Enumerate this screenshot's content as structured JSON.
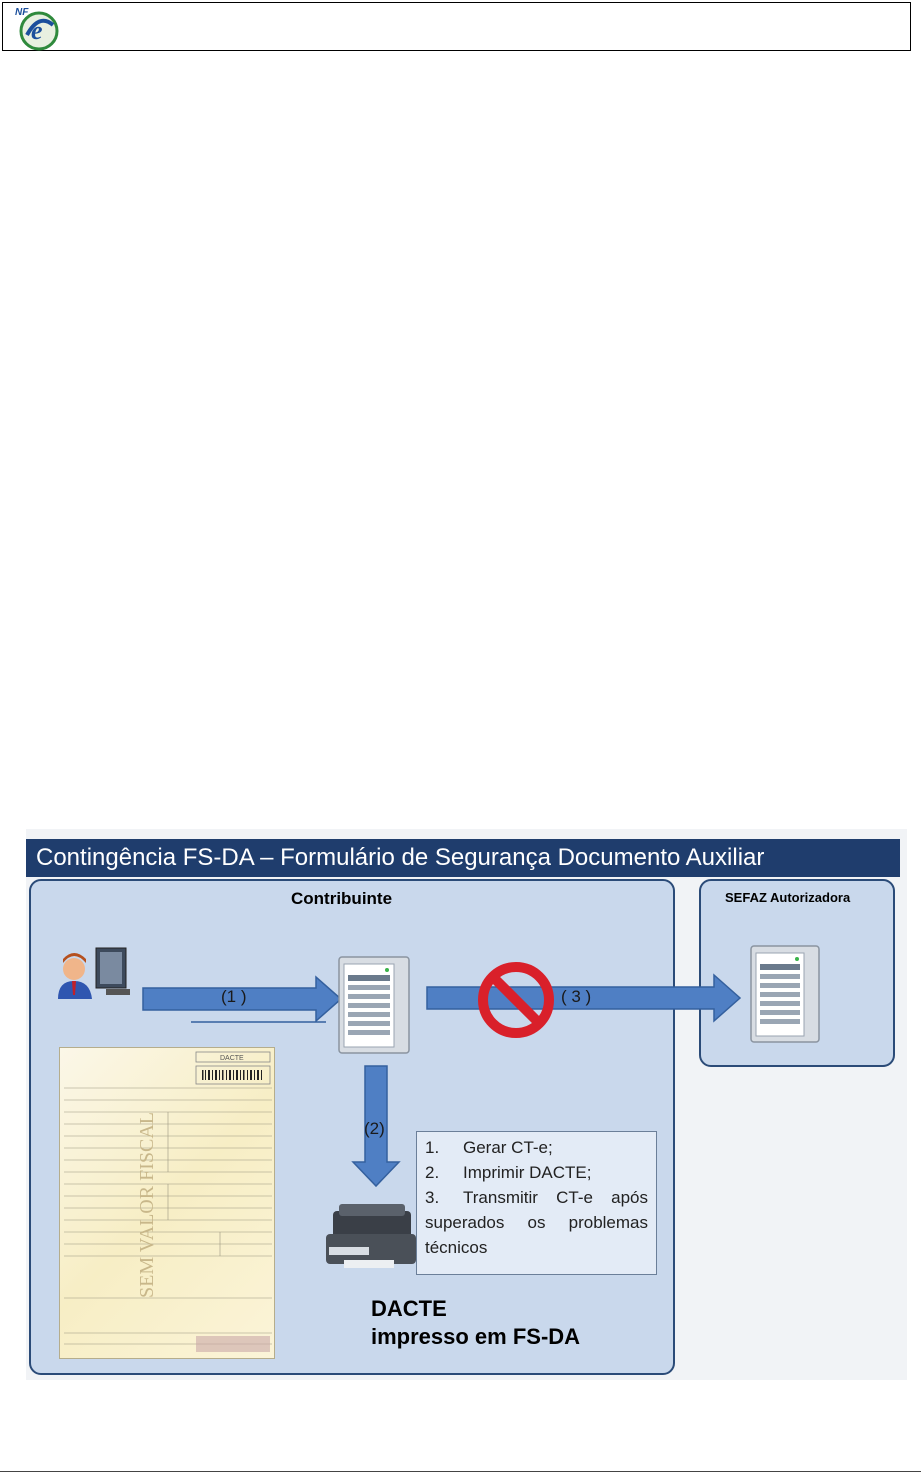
{
  "header": {
    "logo_text": "NF-e"
  },
  "diagram": {
    "title": "Contingência FS-DA – Formulário de Segurança Documento Auxiliar",
    "contribuinte_label": "Contribuinte",
    "sefaz_label": "SEFAZ Autorizadora",
    "arrow1_label": "(1 )",
    "arrow2_label": "(2)",
    "arrow3_label": "( 3 )",
    "steps": [
      {
        "num": "1.",
        "text": "Gerar CT-e;"
      },
      {
        "num": "2.",
        "text": "Imprimir DACTE;"
      },
      {
        "num": "3.",
        "text": "Transmitir CT-e após superados os problemas técnicos"
      }
    ],
    "dacte_line1": "DACTE",
    "dacte_line2": "impresso em FS-DA",
    "document_watermark": "SEM VALOR FISCAL",
    "document_header": "DACTE"
  },
  "colors": {
    "title_bar": "#1f3d6d",
    "panel": "#c9d8ec",
    "arrow": "#4f7fc4",
    "prohibited": "#d9202a"
  },
  "icons": [
    "nfe-logo-icon",
    "user-computer-icon",
    "server-icon",
    "prohibited-icon",
    "printer-icon",
    "document-icon"
  ]
}
